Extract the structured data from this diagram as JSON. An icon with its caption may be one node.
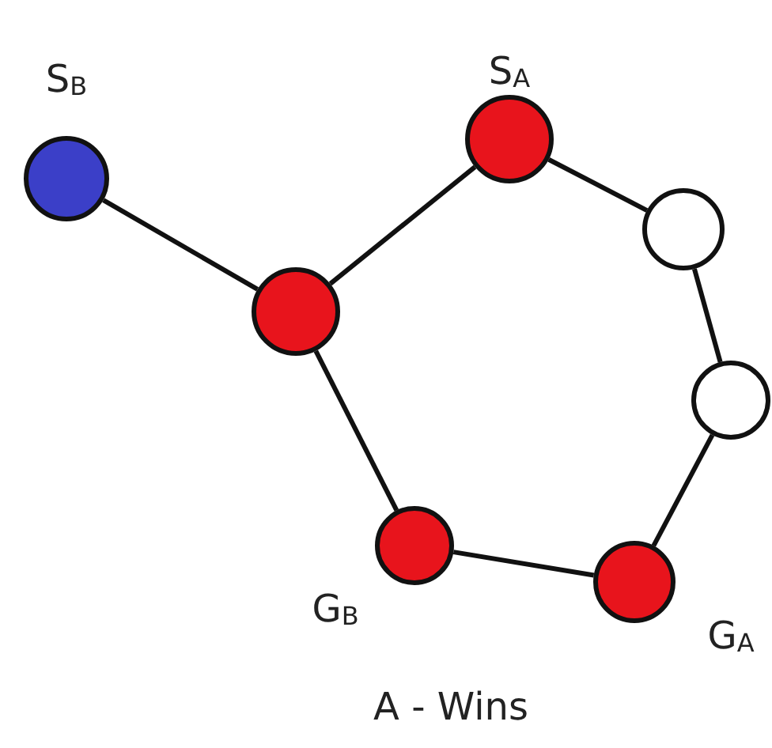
{
  "diagram": {
    "nodes": [
      {
        "text": [],
        "shape": "circle",
        "beside": [
          "S$_{B}$"
        ]
      },
      {
        "text": [],
        "shape": "circle",
        "beside": [
          "S$_{A}$"
        ]
      },
      {
        "text": [],
        "shape": "circle"
      },
      {
        "text": [],
        "shape": "circle"
      },
      {
        "text": [],
        "shape": "circle"
      },
      {
        "text": [],
        "shape": "circle",
        "beside": [
          "G$_{B}$"
        ]
      },
      {
        "text": [],
        "shape": "circle",
        "beside": [
          "G$_{A}$"
        ]
      }
    ],
    "edges": [
      {
        "from": 0,
        "to": 3,
        "arrow": "none"
      },
      {
        "from": 3,
        "to": 1,
        "arrow": "none"
      },
      {
        "from": 1,
        "to": 2,
        "arrow": "none"
      },
      {
        "from": 2,
        "to": 4,
        "arrow": "none"
      },
      {
        "from": 4,
        "to": 6,
        "arrow": "none"
      },
      {
        "from": 6,
        "to": 5,
        "arrow": "none"
      },
      {
        "from": 5,
        "to": 3,
        "arrow": "none"
      }
    ],
    "labels": [
      "A - Wins"
    ]
  }
}
